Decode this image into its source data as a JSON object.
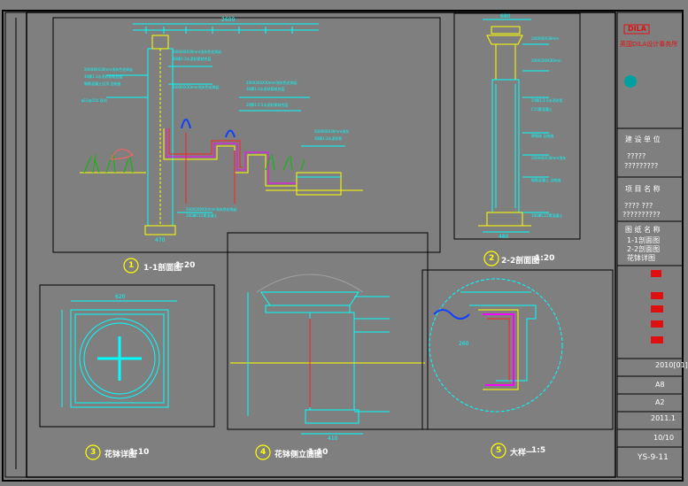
{
  "colors": {
    "background": "#7f7f7f",
    "frame": "#000000",
    "line_cyan": "#00ffff",
    "line_yellow": "#ffff00",
    "line_magenta": "#ff00ff",
    "line_red": "#ff2020",
    "line_green": "#00ff00",
    "brand_red": "#e01010",
    "brand_teal": "#00a0a0"
  },
  "views": [
    {
      "num": "1",
      "title": "1-1剖面图",
      "scale": "1:20"
    },
    {
      "num": "2",
      "title": "2-2剖面图",
      "scale": "1:20"
    },
    {
      "num": "3",
      "title": "花钵详图",
      "scale": "1:10"
    },
    {
      "num": "4",
      "title": "花钵侧立面图",
      "scale": "1:10"
    },
    {
      "num": "5",
      "title": "大样一",
      "scale": "1:5"
    }
  ],
  "dims": {
    "d1_top": "2600",
    "d1_bottom": "470",
    "d2_top": "680",
    "d2_bottom": "480",
    "d3_top": "620",
    "d4_bottom": "410",
    "d5_left": "260"
  },
  "titleblock": {
    "logo": "DILA",
    "company": "英国DILA设计事务所",
    "block_client": "建 设 单 位",
    "client_name": "?????",
    "client_sub": "?????????",
    "block_project": "项 目 名 称",
    "project_name": "???? ???",
    "project_sub": "??????????",
    "block_drawing": "图 纸 名 称",
    "drawing_name": "1-1剖面图",
    "drawing_name2": "2-2剖面图",
    "drawing_name3": "花钵详图",
    "project_no": "2010[01]",
    "scale": "A8",
    "size": "A2",
    "date": "2011.1",
    "version": "10/10",
    "drawing_no": "YS-9-11"
  }
}
